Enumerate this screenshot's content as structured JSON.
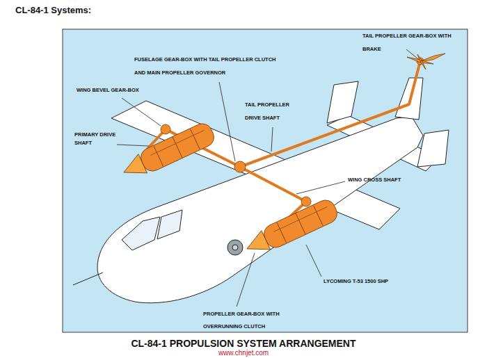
{
  "diagram": {
    "title": "CL-84-1 Systems:",
    "caption": "CL-84-1 PROPULSION SYSTEM ARRANGEMENT",
    "labels": [
      "TAIL PROPELLER GEAR-BOX WITH BRAKE",
      "FUSELAGE GEAR-BOX WITH TAIL PROPELLER CLUTCH AND MAIN PROPELLER GOVERNOR",
      "WING BEVEL GEAR-BOX",
      "TAIL PROPELLER DRIVE SHAFT",
      "PRIMARY DRIVE SHAFT",
      "WING CROSS SHAFT",
      "LYCOMING T-53 1500 SHP",
      "PROPELLER GEAR-BOX WITH OVERRUNNING CLUTCH",
      "www.chnjet.com"
    ]
  }
}
